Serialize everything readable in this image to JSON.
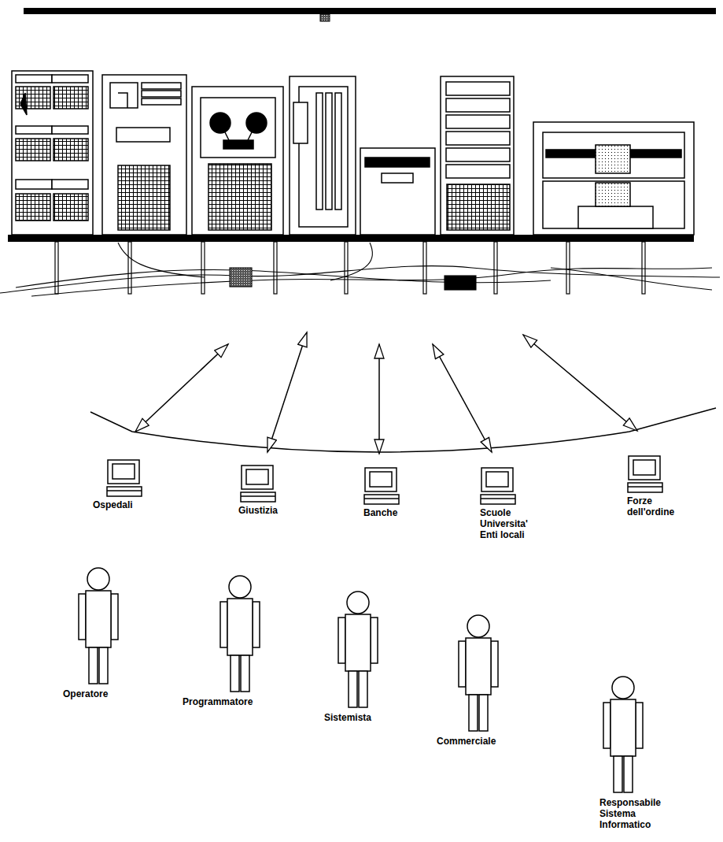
{
  "diagram": {
    "nodes": [
      {
        "text": [
          "Ospedali"
        ]
      },
      {
        "text": [
          "Giustizia"
        ]
      },
      {
        "text": [
          "Banche"
        ]
      },
      {
        "text": [
          "Scuole Universita' Enti locali"
        ]
      },
      {
        "text": [
          "Forze dell'ordine"
        ]
      },
      {
        "text": [
          "Operatore"
        ]
      },
      {
        "text": [
          "Programmatore"
        ]
      },
      {
        "text": [
          "Sistemista"
        ]
      },
      {
        "text": [
          "Commerciale"
        ]
      },
      {
        "text": [
          "Responsabile Sistema Informatico"
        ]
      }
    ]
  }
}
